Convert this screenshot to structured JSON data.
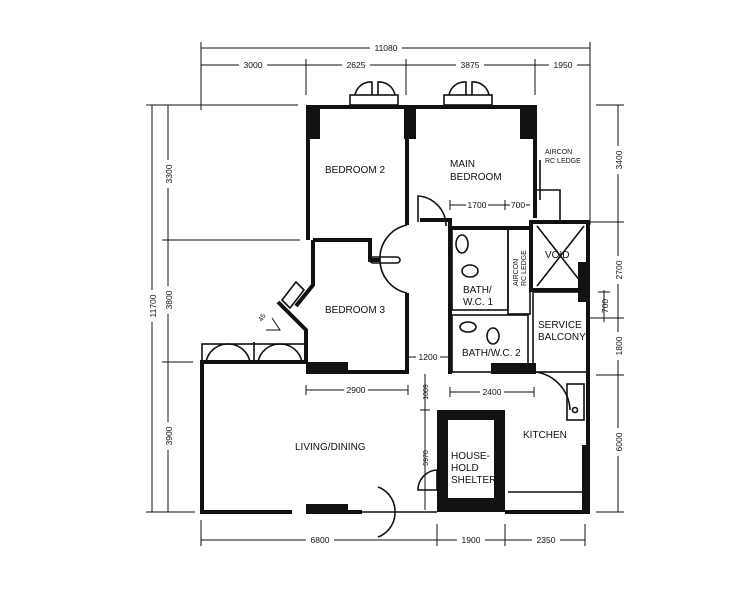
{
  "rooms": {
    "bedroom2": "BEDROOM 2",
    "main_bedroom_1": "MAIN",
    "main_bedroom_2": "BEDROOM",
    "bedroom3": "BEDROOM 3",
    "bath1_1": "BATH/",
    "bath1_2": "W.C. 1",
    "bath2": "BATH/W.C. 2",
    "service_balcony_1": "SERVICE",
    "service_balcony_2": "BALCONY",
    "void": "VOID",
    "living": "LIVING/DINING",
    "kitchen": "KITCHEN",
    "shelter_1": "HOUSE-",
    "shelter_2": "HOLD",
    "shelter_3": "SHELTER",
    "aircon_ledge_1": "AIRCON",
    "aircon_ledge_2": "RC LEDGE",
    "aircon_ledge_v1": "AIRCON",
    "aircon_ledge_v2": "RC LEDGE"
  },
  "dimensions": {
    "top_total": "11080",
    "top": [
      "3000",
      "2625",
      "3875",
      "1950"
    ],
    "left_total": "11700",
    "left": [
      "3300",
      "3800",
      "3900"
    ],
    "right": [
      "3400",
      "2700",
      "700",
      "1800",
      "6000"
    ],
    "bottom": [
      "6800",
      "1900",
      "2350"
    ],
    "inner": {
      "d1700": "1700",
      "d700": "700",
      "d2900": "2900",
      "d2400": "2400",
      "d1200": "1200",
      "d1009": "1009",
      "d5970": "5970",
      "angle": "45"
    }
  }
}
